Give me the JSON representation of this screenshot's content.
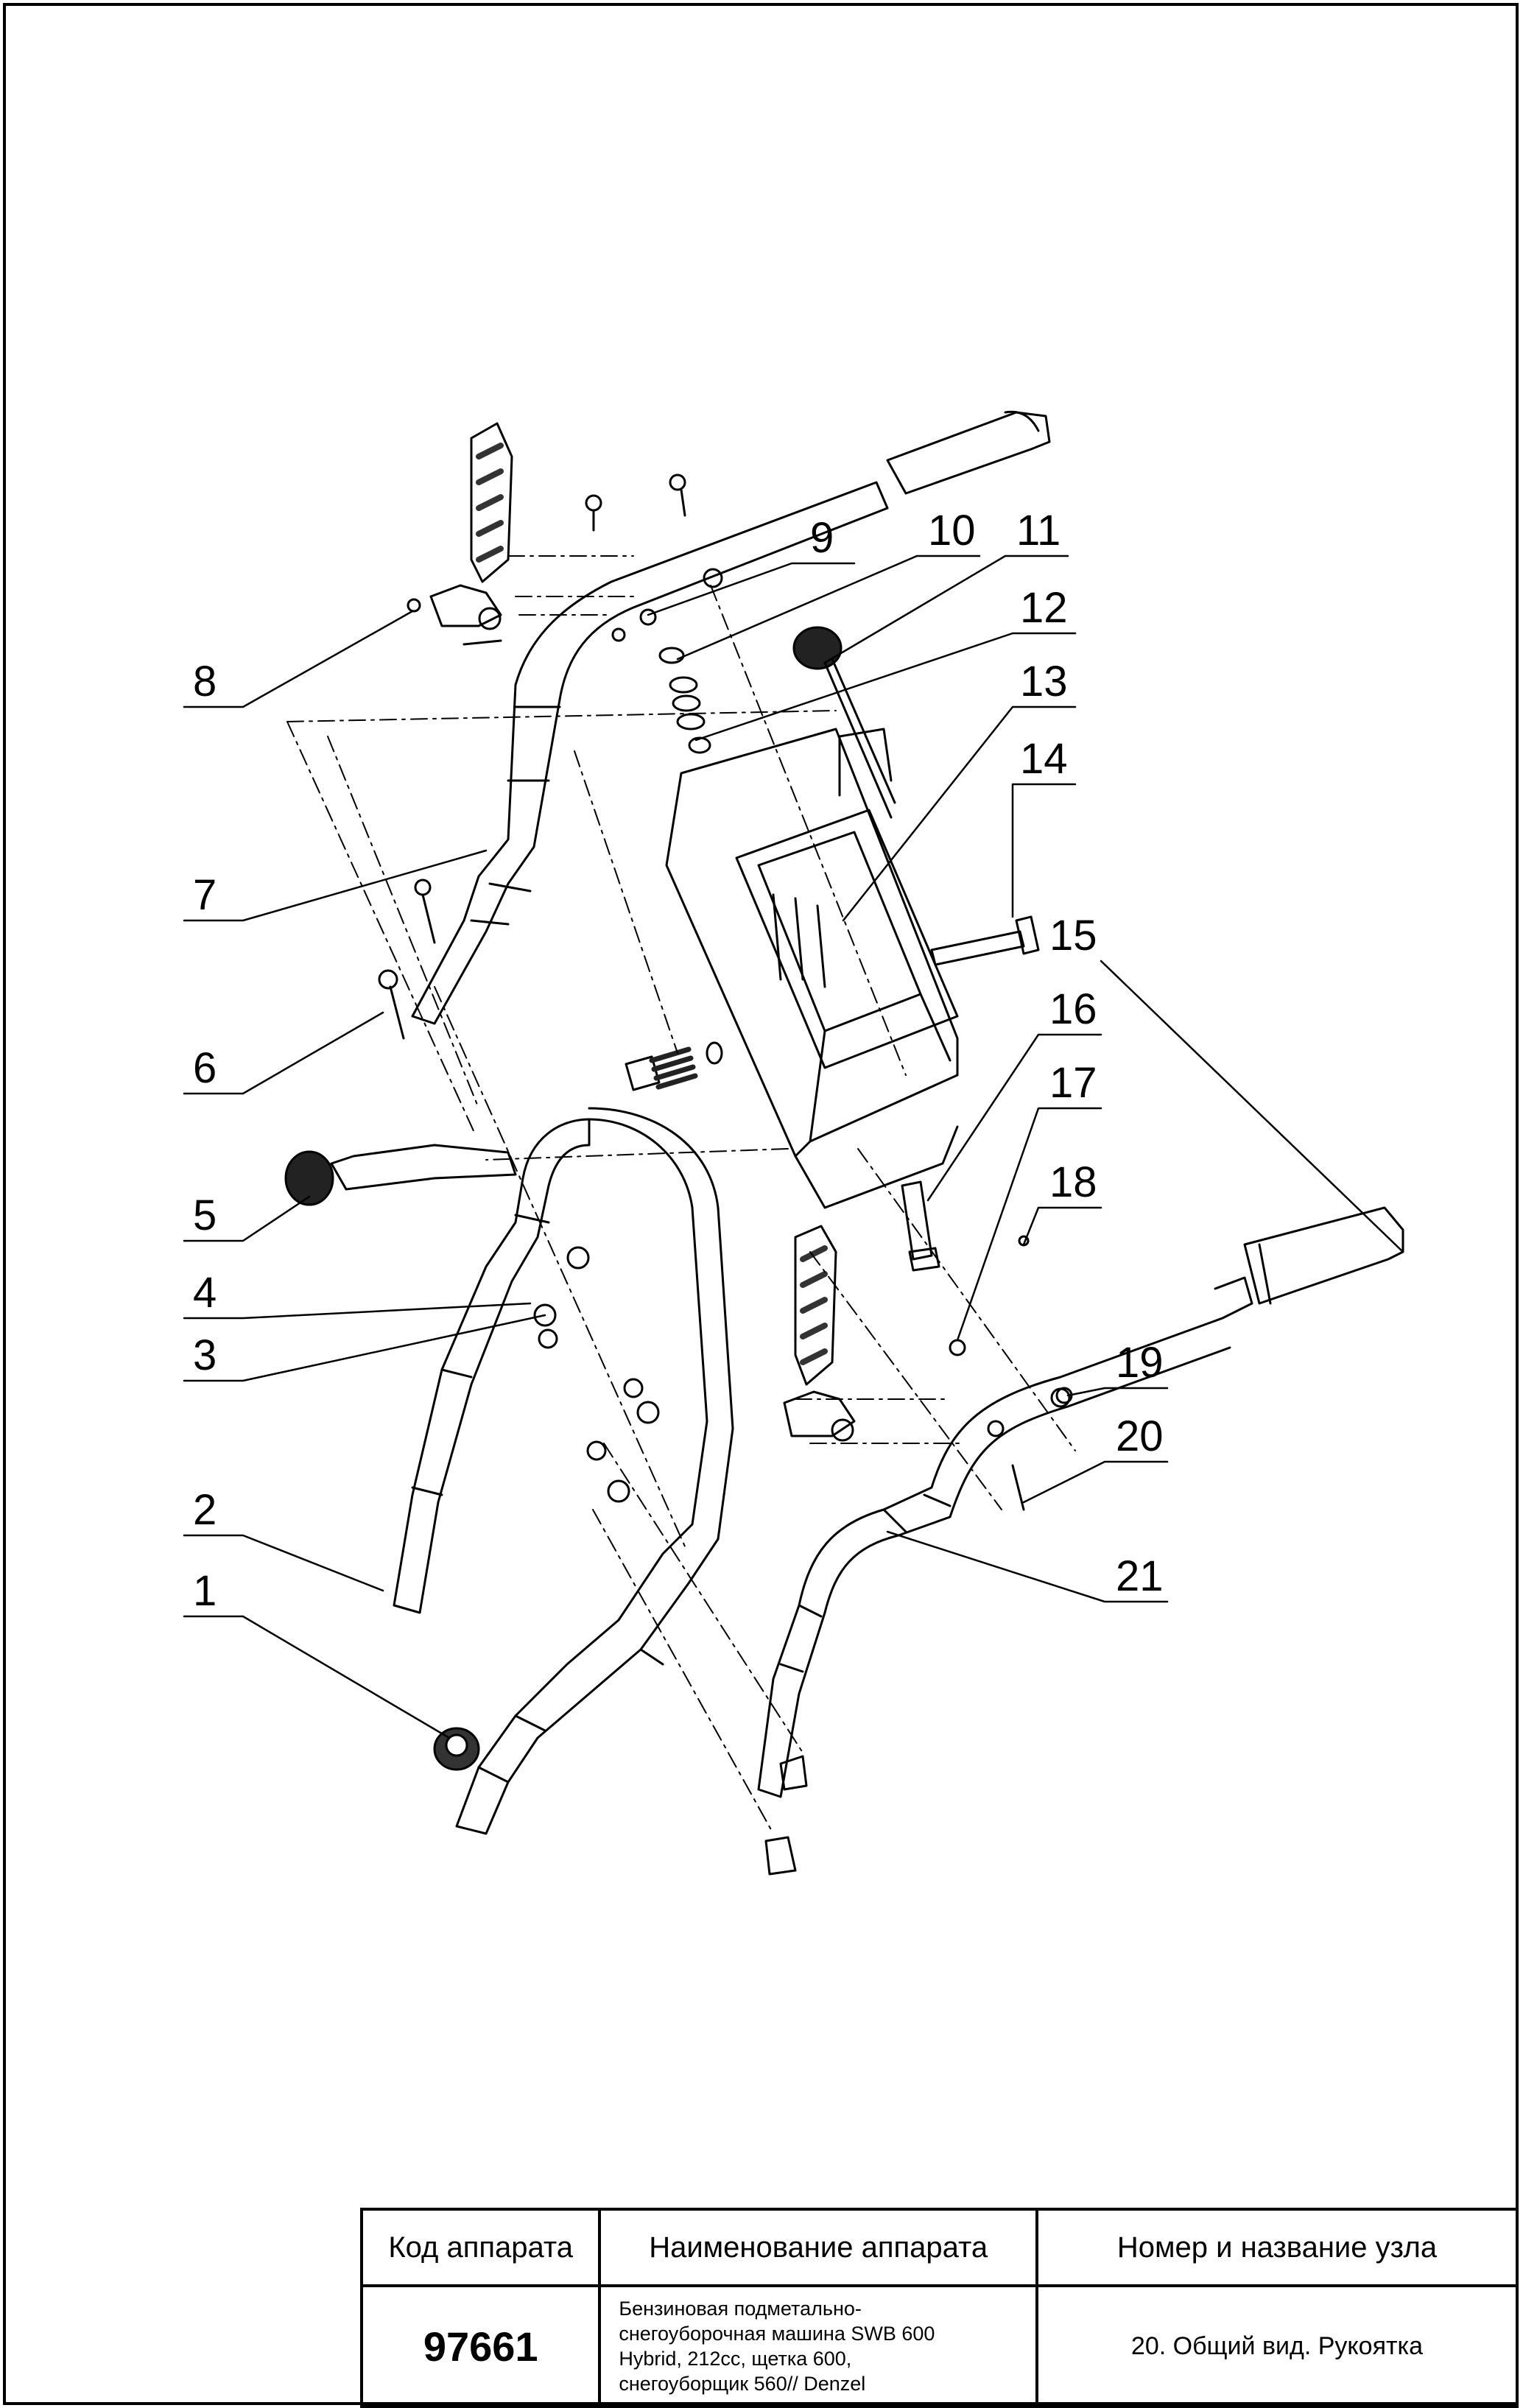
{
  "callouts": [
    "1",
    "2",
    "3",
    "4",
    "5",
    "6",
    "7",
    "8",
    "9",
    "10",
    "11",
    "12",
    "13",
    "14",
    "15",
    "16",
    "17",
    "18",
    "19",
    "20",
    "21"
  ],
  "title_block": {
    "headers": {
      "code": "Код аппарата",
      "name": "Наименование аппарата",
      "node": "Номер и название узла"
    },
    "code": "97661",
    "name_lines": [
      "Бензиновая подметально-",
      "снегоуборочная машина SWB 600",
      "Hybrid, 212cc, щетка 600,",
      "снегоуборщик 560// Denzel"
    ],
    "node": "20. Общий вид. Рукоятка"
  }
}
